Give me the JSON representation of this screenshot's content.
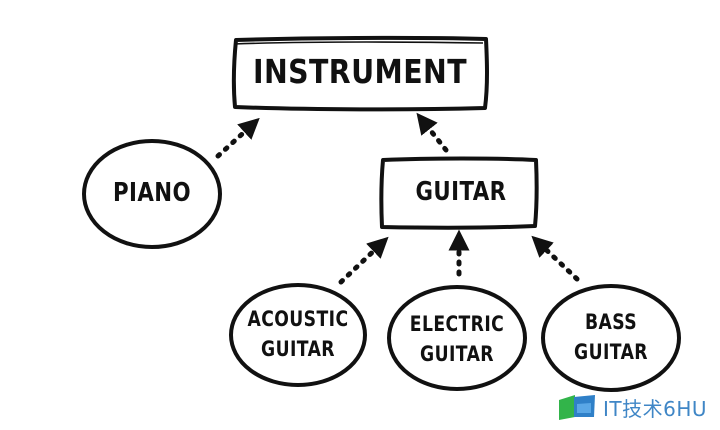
{
  "diagram": {
    "root": {
      "label": "INSTRUMENT"
    },
    "piano": {
      "label": "PIANO"
    },
    "guitar": {
      "label": "GUITAR"
    },
    "acoustic": {
      "line1": "ACOUSTIC",
      "line2": "GUITAR"
    },
    "electric": {
      "line1": "ELECTRIC",
      "line2": "GUITAR"
    },
    "bass": {
      "line1": "BASS",
      "line2": "GUITAR"
    },
    "relations": [
      {
        "from": "PIANO",
        "to": "INSTRUMENT"
      },
      {
        "from": "GUITAR",
        "to": "INSTRUMENT"
      },
      {
        "from": "ACOUSTIC GUITAR",
        "to": "GUITAR"
      },
      {
        "from": "ELECTRIC GUITAR",
        "to": "GUITAR"
      },
      {
        "from": "BASS GUITAR",
        "to": "GUITAR"
      }
    ]
  },
  "watermark": {
    "text": "IT技术6HU"
  },
  "colors": {
    "ink": "#111111",
    "watermark_blue": "#3f86c6",
    "watermark_green": "#32b44a"
  }
}
